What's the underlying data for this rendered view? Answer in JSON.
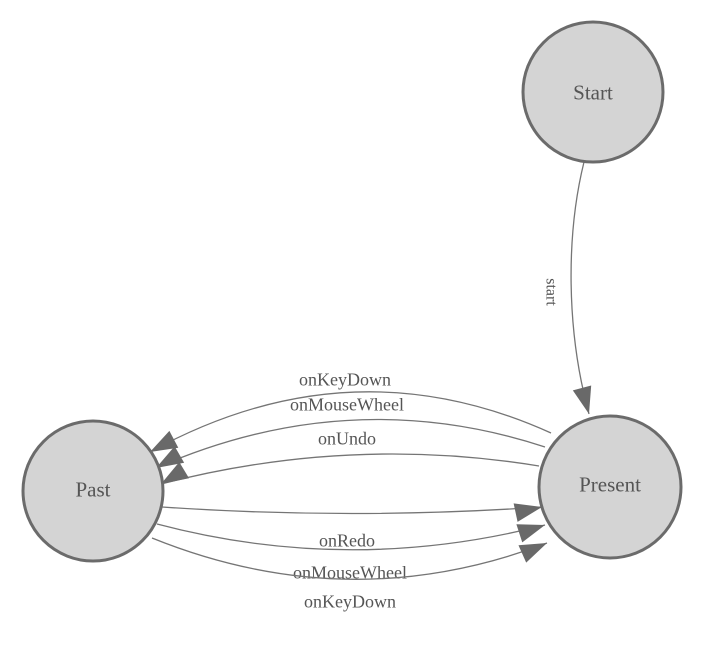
{
  "diagram": {
    "type": "state-machine",
    "colors": {
      "background": "#ffffff",
      "node_fill": "#d4d4d4",
      "node_stroke": "#6b6b6b",
      "text": "#555555",
      "edge": "#757575",
      "arrow": "#696969"
    },
    "nodes": [
      {
        "id": "start",
        "label": "Start"
      },
      {
        "id": "present",
        "label": "Present"
      },
      {
        "id": "past",
        "label": "Past"
      }
    ],
    "edges": [
      {
        "from": "Start",
        "to": "Present",
        "label": "start"
      },
      {
        "from": "Present",
        "to": "Past",
        "label": "onKeyDown"
      },
      {
        "from": "Present",
        "to": "Past",
        "label": "onMouseWheel"
      },
      {
        "from": "Present",
        "to": "Past",
        "label": "onUndo"
      },
      {
        "from": "Past",
        "to": "Present",
        "label": "onRedo"
      },
      {
        "from": "Past",
        "to": "Present",
        "label": "onMouseWheel"
      },
      {
        "from": "Past",
        "to": "Present",
        "label": "onKeyDown"
      }
    ]
  }
}
